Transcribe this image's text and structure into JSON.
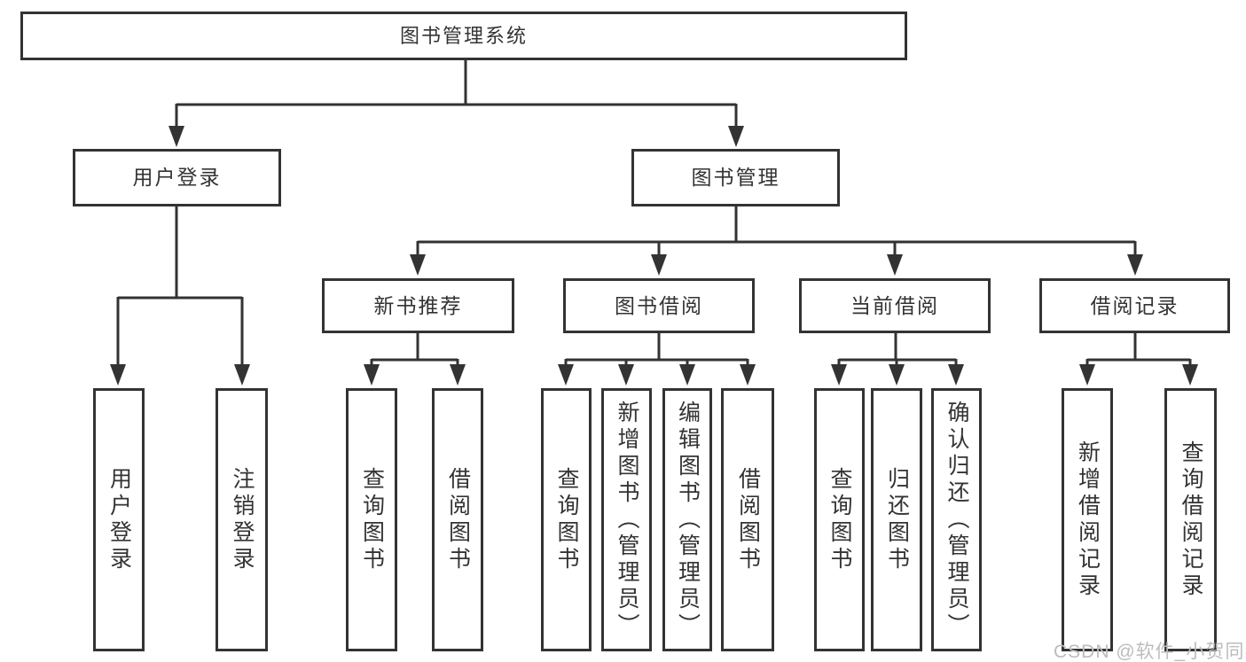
{
  "diagram": {
    "root": {
      "label": "图书管理系统"
    },
    "level2": [
      {
        "label": "用户登录"
      },
      {
        "label": "图书管理"
      }
    ],
    "level3": [
      {
        "label": "新书推荐"
      },
      {
        "label": "图书借阅"
      },
      {
        "label": "当前借阅"
      },
      {
        "label": "借阅记录"
      }
    ],
    "leaves": {
      "login": [
        {
          "label": "用户登录"
        },
        {
          "label": "注销登录"
        }
      ],
      "newbook": [
        {
          "label": "查询图书"
        },
        {
          "label": "借阅图书"
        }
      ],
      "borrow": [
        {
          "label": "查询图书"
        },
        {
          "label": "新增图书（管理员）"
        },
        {
          "label": "编辑图书（管理员）"
        },
        {
          "label": "借阅图书"
        }
      ],
      "current": [
        {
          "label": "查询图书"
        },
        {
          "label": "归还图书"
        },
        {
          "label": "确认归还（管理员）"
        }
      ],
      "records": [
        {
          "label": "新增借阅记录"
        },
        {
          "label": "查询借阅记录"
        }
      ]
    }
  },
  "watermark": {
    "text": "CSDN @软件_小贺同学"
  },
  "colors": {
    "line": "#333333",
    "box_border": "#333333",
    "text": "#333333",
    "watermark": "#bcbcbc",
    "background": "#ffffff"
  }
}
